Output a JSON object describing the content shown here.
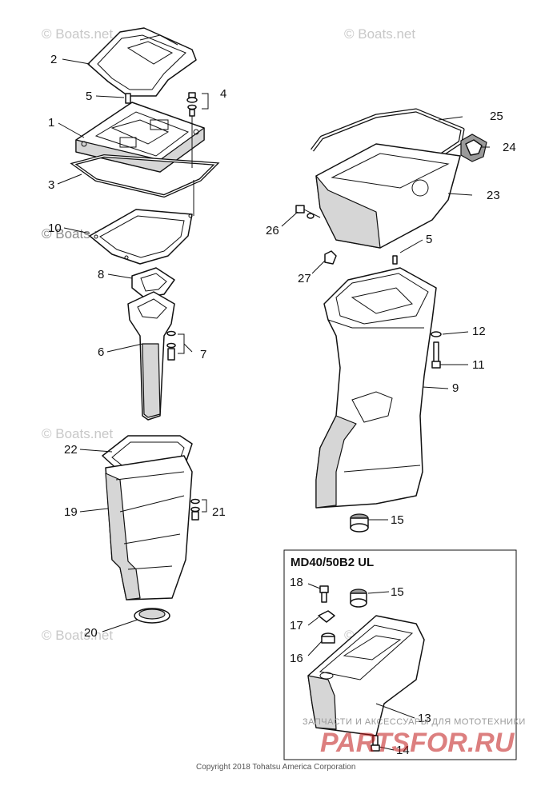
{
  "watermark": "© Boats.net",
  "inset_title": "MD40/50B2 UL",
  "copyright": "Copyright 2018 Tohatsu America Corporation",
  "overlay": {
    "small_text": "ЗАПЧАСТИ И АКСЕССУАРЫ ДЛЯ МОТОТЕХНИКИ",
    "big_text": "PARTSFOR.RU"
  },
  "callouts": {
    "c1": "1",
    "c2": "2",
    "c3": "3",
    "c4": "4",
    "c5a": "5",
    "c5b": "5",
    "c6": "6",
    "c7": "7",
    "c8": "8",
    "c9": "9",
    "c10": "10",
    "c11": "11",
    "c12": "12",
    "c13": "13",
    "c14": "14",
    "c15a": "15",
    "c15b": "15",
    "c16": "16",
    "c17": "17",
    "c18": "18",
    "c19": "19",
    "c20": "20",
    "c21": "21",
    "c22": "22",
    "c23": "23",
    "c24": "24",
    "c25": "25",
    "c26": "26",
    "c27": "27"
  }
}
